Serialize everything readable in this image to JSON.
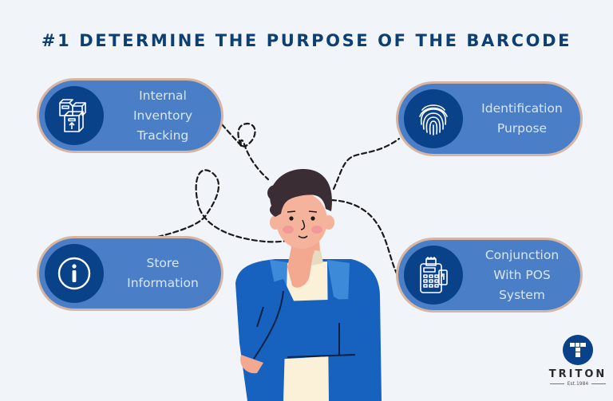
{
  "title": "#1 DETERMINE THE PURPOSE OF THE BARCODE",
  "colors": {
    "background": "#f1f5fa",
    "title": "#0c3f73",
    "pill": "#4a7fc8",
    "pill_border": "#d6b6a2",
    "icon_circle": "#0a4289",
    "pill_text": "#d9e6f5"
  },
  "cards": [
    {
      "label": "Internal\nInventory\nTracking",
      "icon": "boxes-icon"
    },
    {
      "label": "Identification\nPurpose",
      "icon": "fingerprint-icon"
    },
    {
      "label": "Store\nInformation",
      "icon": "info-icon"
    },
    {
      "label": "Conjunction\nWith POS\nSystem",
      "icon": "pos-terminal-icon"
    }
  ],
  "logo": {
    "brand": "TRITON",
    "established": "Est.1984"
  }
}
